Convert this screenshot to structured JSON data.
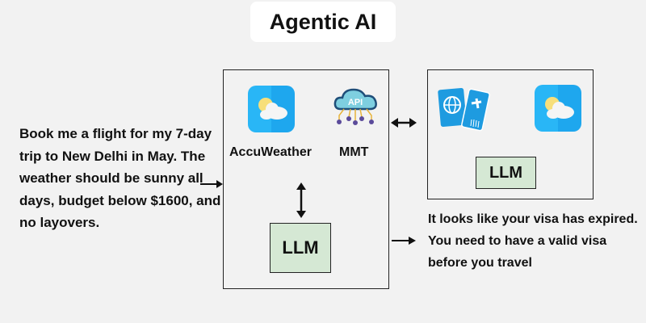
{
  "title": "Agentic AI",
  "user_prompt": "Book me a flight for my 7-day trip to New Delhi in May. The weather should be sunny all days, budget below $1600, and no layovers.",
  "agent_box": {
    "tools": [
      {
        "name": "AccuWeather",
        "icon": "weather-app-icon"
      },
      {
        "name": "MMT",
        "icon": "api-cloud-icon"
      }
    ],
    "llm_label": "LLM"
  },
  "external_box": {
    "icons": [
      "passport-ticket-icon",
      "weather-app-icon"
    ],
    "llm_label": "LLM"
  },
  "response": "It looks like your visa has expired. You need to have a valid visa before you travel",
  "colors": {
    "llm_fill": "#d5e8d4",
    "weather_blue": "#29b6f6",
    "background": "#f2f2f2"
  }
}
